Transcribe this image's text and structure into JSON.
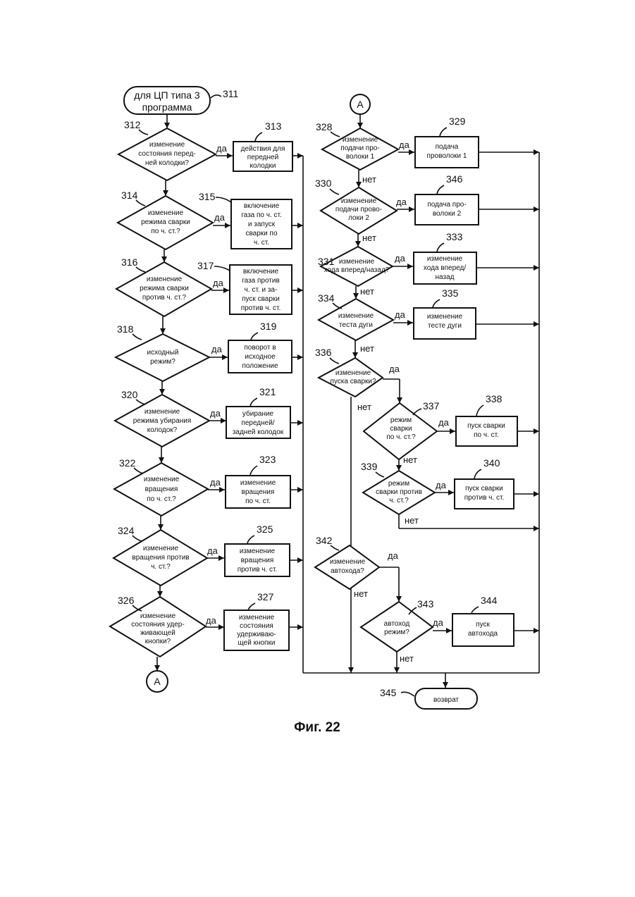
{
  "start": {
    "num": "311",
    "lines": [
      "для ЦП типа 3",
      "программа"
    ]
  },
  "decisions": {
    "d312": {
      "num": "312",
      "lines": [
        "изменение",
        "состояния перед-",
        "ней колодки?"
      ],
      "yes": "да"
    },
    "d314": {
      "num": "314",
      "lines": [
        "изменение",
        "режима сварки",
        "по ч. ст.?"
      ],
      "yes": "да"
    },
    "d316": {
      "num": "316",
      "lines": [
        "изменение",
        "режима сварки",
        "против ч. ст.?"
      ],
      "yes": "да"
    },
    "d318": {
      "num": "318",
      "lines": [
        "исходный",
        "режим?"
      ],
      "yes": "да"
    },
    "d320": {
      "num": "320",
      "lines": [
        "изменение",
        "режима убирания",
        "колодок?"
      ],
      "yes": "да"
    },
    "d322": {
      "num": "322",
      "lines": [
        "изменение",
        "вращения",
        "по ч. ст.?"
      ],
      "yes": "да"
    },
    "d324": {
      "num": "324",
      "lines": [
        "изменение",
        "вращения против",
        "ч. ст.?"
      ],
      "yes": "да"
    },
    "d326": {
      "num": "326",
      "lines": [
        "изменение",
        "состояния удер-",
        "живающей",
        "кнопки?"
      ],
      "yes": "да"
    },
    "d328": {
      "num": "328",
      "lines": [
        "изменение",
        "подачи про-",
        "волоки 1"
      ],
      "yes": "да",
      "no": "нет"
    },
    "d330": {
      "num": "330",
      "lines": [
        "изменение",
        "подачи прово-",
        "локи 2"
      ],
      "yes": "да",
      "no": "нет"
    },
    "d331": {
      "num": "331",
      "lines": [
        "изменение",
        "хода вперед/назад?"
      ],
      "yes": "да",
      "no": "нет"
    },
    "d334": {
      "num": "334",
      "lines": [
        "изменение",
        "теста дуги"
      ],
      "yes": "да",
      "no": "нет"
    },
    "d336": {
      "num": "336",
      "lines": [
        "изменение",
        "пуска сварки?"
      ],
      "yes": "да",
      "no": "нет"
    },
    "d337": {
      "num": "337",
      "lines": [
        "режим",
        "сварки",
        "по ч. ст.?"
      ],
      "yes": "да",
      "no": "нет"
    },
    "d339": {
      "num": "339",
      "lines": [
        "режим",
        "сварки против",
        "ч. ст.?"
      ],
      "yes": "да",
      "no": "нет"
    },
    "d342": {
      "num": "342",
      "lines": [
        "изменение",
        "автохода?"
      ],
      "yes": "да",
      "no": "нет"
    },
    "d343": {
      "num": "343",
      "lines": [
        "автоход",
        "режим?"
      ],
      "yes": "да",
      "no": "нет"
    }
  },
  "processes": {
    "p313": {
      "num": "313",
      "lines": [
        "действия для",
        "передней",
        "колодки"
      ]
    },
    "p315": {
      "num": "315",
      "lines": [
        "включение",
        "газа по ч. ст.",
        "и запуск",
        "сварки по",
        "ч. ст."
      ]
    },
    "p317": {
      "num": "317",
      "lines": [
        "включение",
        "газа против",
        "ч. ст. и за-",
        "пуск сварки",
        "против ч. ст."
      ]
    },
    "p319": {
      "num": "319",
      "lines": [
        "поворот в",
        "исходное",
        "положение"
      ]
    },
    "p321": {
      "num": "321",
      "lines": [
        "убирание",
        "передней/",
        "задней колодок"
      ]
    },
    "p323": {
      "num": "323",
      "lines": [
        "изменение",
        "вращения",
        "по ч. ст."
      ]
    },
    "p325": {
      "num": "325",
      "lines": [
        "изменение",
        "вращения",
        "против ч. ст."
      ]
    },
    "p327": {
      "num": "327",
      "lines": [
        "изменение",
        "состояния",
        "удерживаю-",
        "щей кнопки"
      ]
    },
    "p329": {
      "num": "329",
      "lines": [
        "подача",
        "проволоки 1"
      ]
    },
    "p346": {
      "num": "346",
      "lines": [
        "подача про-",
        "волоки 2"
      ]
    },
    "p333": {
      "num": "333",
      "lines": [
        "изменение",
        "хода вперед/",
        "назад"
      ]
    },
    "p335": {
      "num": "335",
      "lines": [
        "изменение",
        "тесте дуги"
      ]
    },
    "p338": {
      "num": "338",
      "lines": [
        "пуск сварки",
        "по ч. ст."
      ]
    },
    "p340": {
      "num": "340",
      "lines": [
        "пуск сварки",
        "против ч. ст."
      ]
    },
    "p344": {
      "num": "344",
      "lines": [
        "пуск",
        "автохода"
      ]
    }
  },
  "connectors": {
    "bottom": "A",
    "top": "A"
  },
  "end": {
    "num": "345",
    "label": "возврат"
  },
  "caption": "Фиг. 22"
}
